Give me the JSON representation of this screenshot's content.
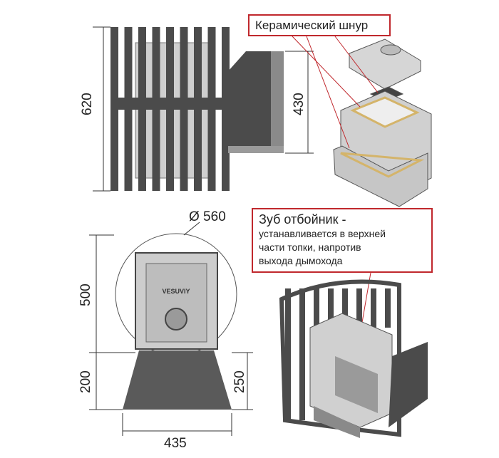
{
  "dimensions": {
    "height_total": "620",
    "height_tunnel": "430",
    "diameter": "Ø 560",
    "height_body": "500",
    "height_base": "200",
    "height_tunnel_side": "250",
    "width_base": "435"
  },
  "callouts": {
    "ceramic_cord": "Керамический шнур",
    "deflector_title": "Зуб отбойник -",
    "deflector_desc": [
      "устанавливается в верхней",
      "части топки, напротив",
      "выхода дымохода"
    ]
  },
  "door_logo": "VESUVIY",
  "colors": {
    "metal": "#4b4b4b",
    "callout_border": "#c0282d",
    "casting": "#c9c9c9"
  }
}
